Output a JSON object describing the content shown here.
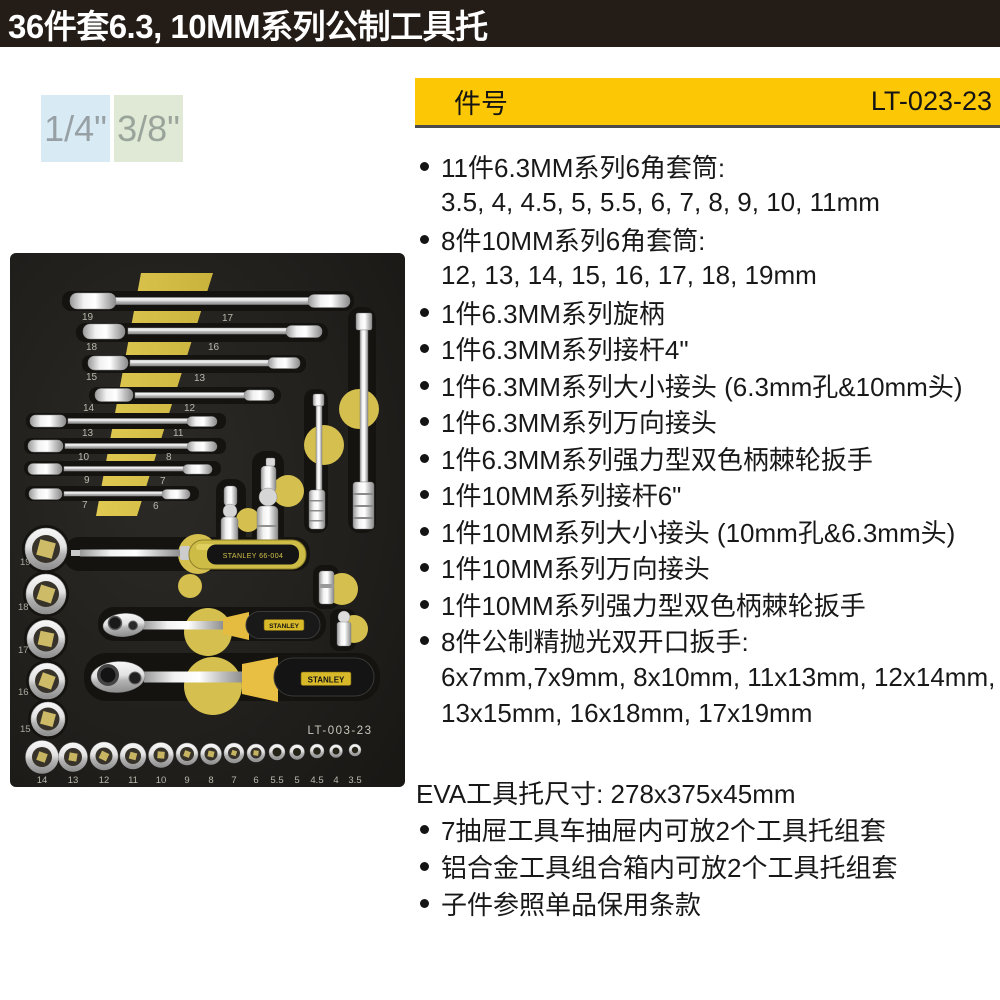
{
  "header": {
    "title": "36件套6.3, 10MM系列公制工具托"
  },
  "badges": [
    {
      "label": "1/4\"",
      "bg": "#d8ebf4"
    },
    {
      "label": "3/8\"",
      "bg": "#dfe9d5"
    }
  ],
  "part_bar": {
    "label": "件号",
    "part_number": "LT-023-23"
  },
  "specs": [
    {
      "bullet": true,
      "text": "11件6.3MM系列6角套筒:"
    },
    {
      "bullet": false,
      "text": "3.5, 4, 4.5, 5, 5.5, 6, 7, 8, 9, 10, 11mm"
    },
    {
      "bullet": true,
      "text": "8件10MM系列6角套筒:"
    },
    {
      "bullet": false,
      "text": "12, 13, 14, 15, 16, 17, 18, 19mm"
    },
    {
      "bullet": true,
      "text": "1件6.3MM系列旋柄"
    },
    {
      "bullet": true,
      "text": "1件6.3MM系列接杆4\""
    },
    {
      "bullet": true,
      "text": "1件6.3MM系列大小接头 (6.3mm孔&10mm头)"
    },
    {
      "bullet": true,
      "text": "1件6.3MM系列万向接头"
    },
    {
      "bullet": true,
      "text": "1件6.3MM系列强力型双色柄棘轮扳手"
    },
    {
      "bullet": true,
      "text": "1件10MM系列接杆6\""
    },
    {
      "bullet": true,
      "text": "1件10MM系列大小接头 (10mm孔&6.3mm头)"
    },
    {
      "bullet": true,
      "text": "1件10MM系列万向接头"
    },
    {
      "bullet": true,
      "text": "1件10MM系列强力型双色柄棘轮扳手"
    },
    {
      "bullet": true,
      "text": "8件公制精抛光双开口扳手:"
    },
    {
      "bullet": false,
      "text": "6x7mm,7x9mm, 8x10mm, 11x13mm, 12x14mm,"
    },
    {
      "bullet": false,
      "text": "13x15mm, 16x18mm, 17x19mm"
    }
  ],
  "footer": {
    "size_line": "EVA工具托尺寸: 278x375x45mm",
    "notes": [
      "7抽屉工具车抽屉内可放2个工具托组套",
      "铝合金工具组合箱内可放2个工具托组套",
      "子件参照单品保用条款"
    ]
  },
  "tray": {
    "model_label": "LT-003-23",
    "screwdriver_label": "STANLEY 66-004",
    "brand": "STANLEY",
    "wrench_labels": [
      [
        "19",
        "17"
      ],
      [
        "18",
        "16"
      ],
      [
        "15",
        "13"
      ],
      [
        "14",
        "12"
      ],
      [
        "13",
        "11"
      ],
      [
        "10",
        "8"
      ],
      [
        "9",
        "7"
      ],
      [
        "7",
        "6"
      ]
    ],
    "left_socket_labels": [
      "19",
      "18",
      "17",
      "16",
      "15"
    ],
    "bottom_socket_labels": [
      "14",
      "13",
      "12",
      "11",
      "10",
      "9",
      "8",
      "7",
      "6",
      "5.5",
      "5",
      "4.5",
      "4",
      "3.5"
    ]
  },
  "colors": {
    "brand_yellow": "#fcc705",
    "header_bg": "#241c17",
    "foam_black": "#201f1c",
    "tray_accent": "#d5bf4e",
    "badge_blue": "#d8ebf4",
    "badge_green": "#dfe9d5"
  }
}
